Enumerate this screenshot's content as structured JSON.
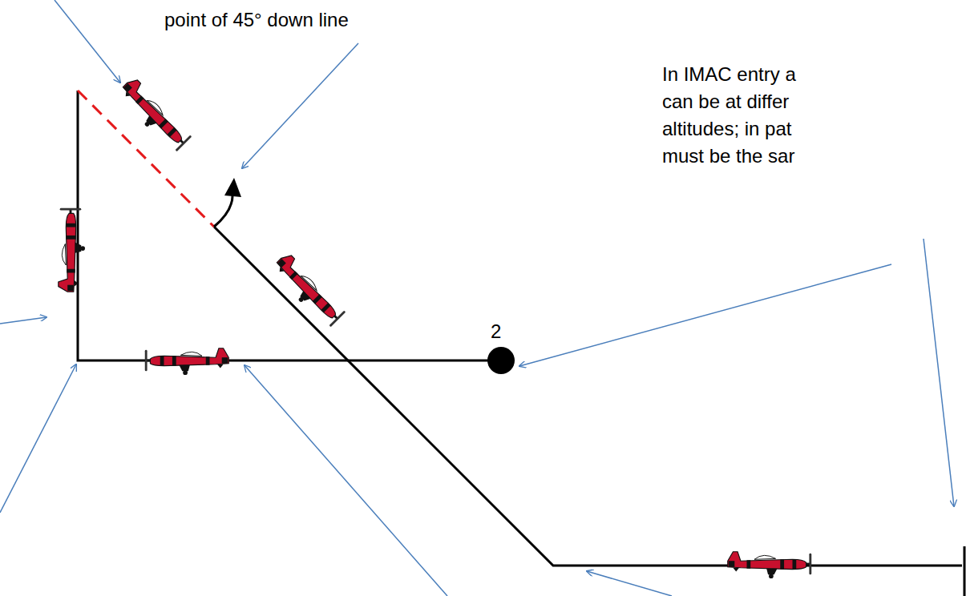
{
  "diagram": {
    "labels": [
      "point of 45° down line",
      "2",
      "In IMAC entry a can be at differ altitudes; in pat must be the sar"
    ]
  }
}
